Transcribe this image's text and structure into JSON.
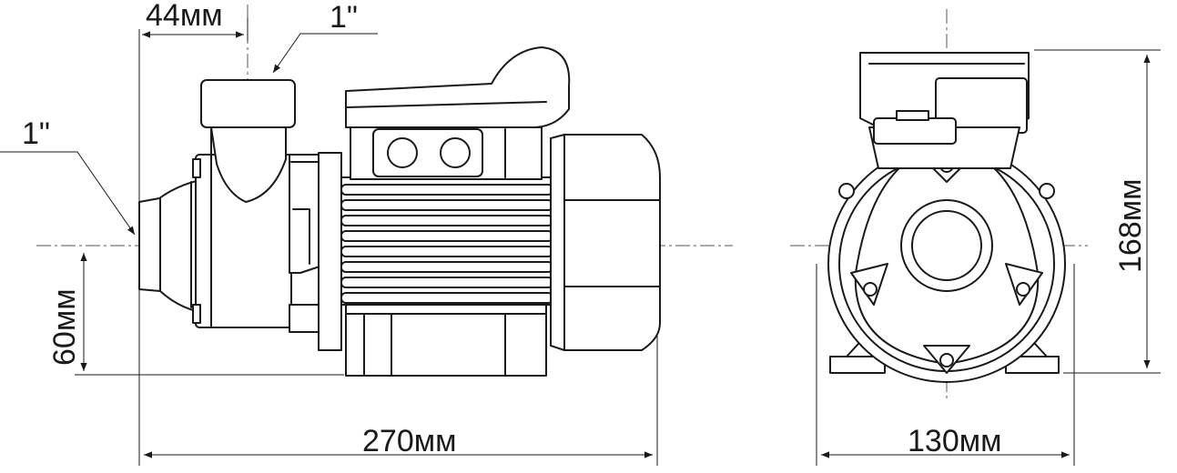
{
  "labels": {
    "outlet_offset": "44мм",
    "outlet_thread": "1\"",
    "inlet_thread": "1\"",
    "axis_height": "60мм",
    "total_length": "270мм",
    "total_width": "130мм",
    "total_height": "168мм"
  }
}
